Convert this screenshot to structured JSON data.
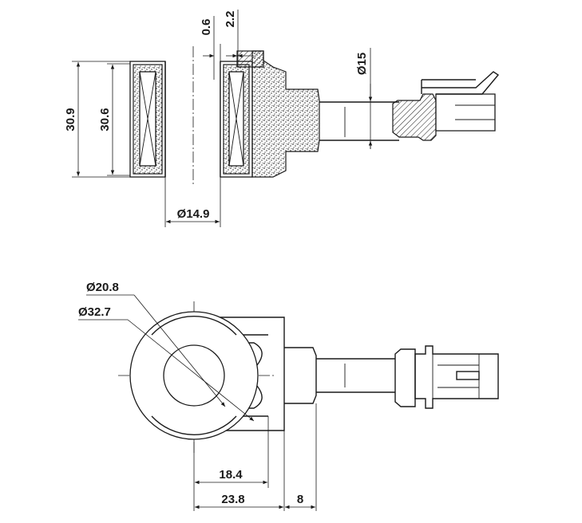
{
  "dimensions": {
    "top_view": {
      "overall_height": "30.9",
      "inner_height": "30.6",
      "wall": "0.6",
      "offset": "2.2",
      "cable_dia": "Ø15",
      "bore_dia": "Ø14.9"
    },
    "front_view": {
      "inner_dia": "Ø20.8",
      "outer_dia": "Ø32.7",
      "center_to_face": "18.4",
      "center_to_body": "23.8",
      "boss_length": "8"
    }
  },
  "colors": {
    "line": "#1a1a1a",
    "background": "#ffffff"
  }
}
